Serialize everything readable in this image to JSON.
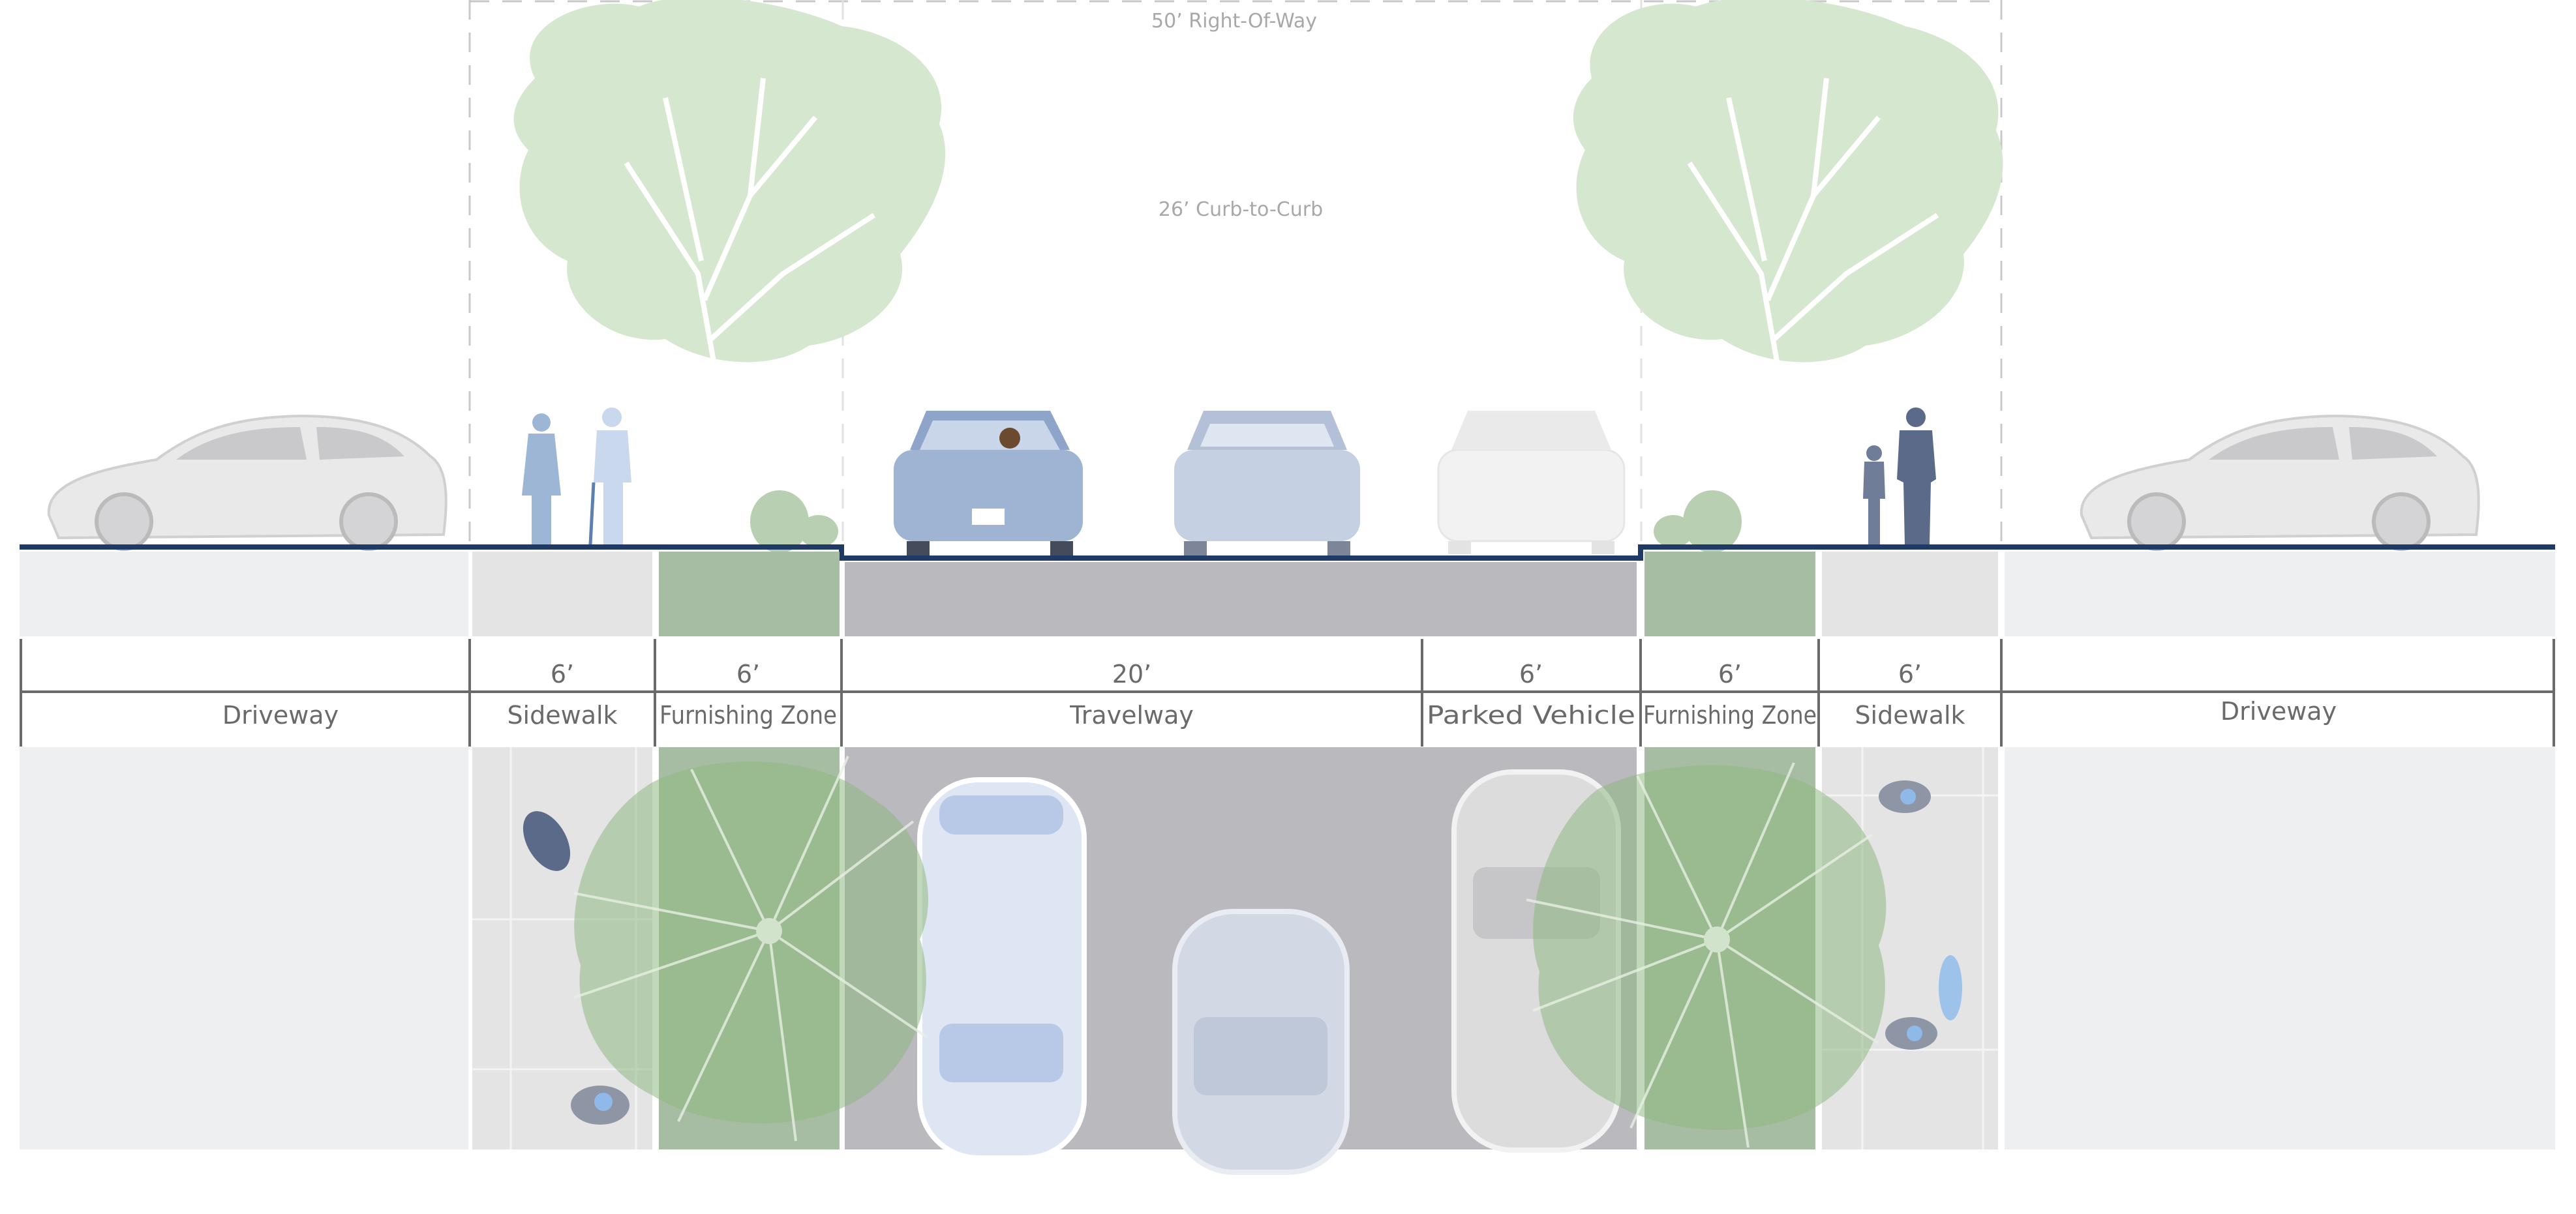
{
  "annotations": {
    "right_of_way": "50’ Right-Of-Way",
    "curb_to_curb": "26’ Curb-to-Curb"
  },
  "segments": [
    {
      "label": "Driveway",
      "width": ""
    },
    {
      "label": "Sidewalk",
      "width": "6’"
    },
    {
      "label": "Furnishing Zone",
      "width": "6’"
    },
    {
      "label": "Travelway",
      "width": "20’"
    },
    {
      "label": "Parked Vehicle",
      "width": "6’"
    },
    {
      "label": "Furnishing Zone",
      "width": "6’"
    },
    {
      "label": "Sidewalk",
      "width": "6’"
    },
    {
      "label": "Driveway",
      "width": ""
    }
  ],
  "colors": {
    "curb_line": "#1f3a64",
    "driveway": "#eeeff0",
    "sidewalk": "#e4e4e5",
    "furnishing": "#a6bda3",
    "travelway": "#b9b9be",
    "tree": "#d6e7cf",
    "tree_plan": "#8fb882"
  }
}
